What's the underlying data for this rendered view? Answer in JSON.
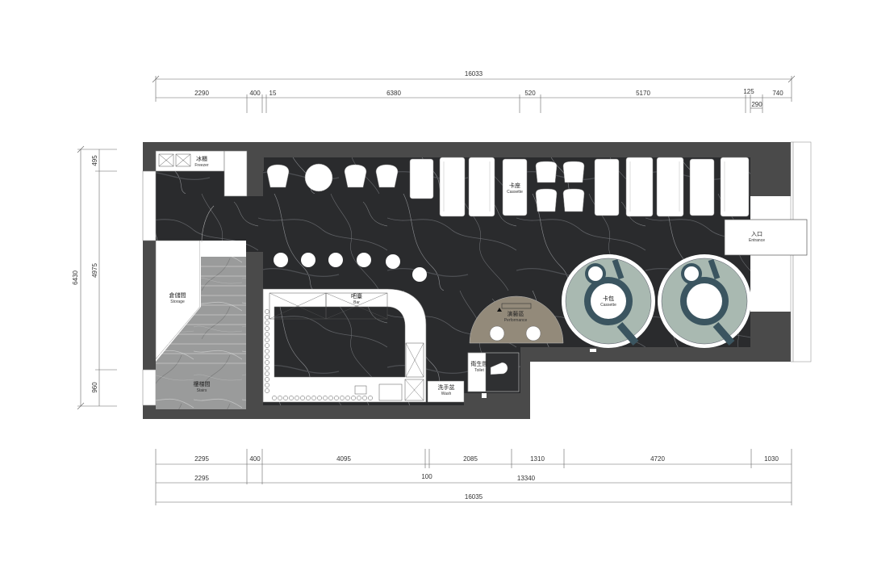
{
  "dimensions": {
    "top_total": "16033",
    "top_segments": [
      "2290",
      "400",
      "15",
      "6380",
      "520",
      "5170",
      "125",
      "740"
    ],
    "top_sub": "290",
    "left_total": "6430",
    "left_segments": [
      "495",
      "4975",
      "960"
    ],
    "bottom_row1": [
      "2295",
      "400",
      "4095",
      "2085",
      "1310",
      "4720",
      "1030"
    ],
    "bottom_row2": [
      "2295",
      "100",
      "13340"
    ],
    "bottom_total": "16035"
  },
  "rooms": {
    "freezer": {
      "cn": "冰櫃",
      "en": "Freezer"
    },
    "storage": {
      "cn": "倉儲間",
      "en": "Storage"
    },
    "stairs": {
      "cn": "樓梯間",
      "en": "Stairs"
    },
    "bar": {
      "cn": "吧臺",
      "en": "Bar"
    },
    "cassette_booth": {
      "cn": "卡座",
      "en": "Cassette"
    },
    "cassette_round": {
      "cn": "卡包",
      "en": "Cassette"
    },
    "performance": {
      "cn": "演藝區",
      "en": "Performance"
    },
    "toilet": {
      "cn": "衛生間",
      "en": "Toilet"
    },
    "wash": {
      "cn": "洗手盆",
      "en": "Wash"
    },
    "entrance": {
      "cn": "入口",
      "en": "Entrance"
    }
  },
  "colors": {
    "wall": "#4a4a4a",
    "floor": "#2b2c2e",
    "booth_ring": "#a9b9b1",
    "booth_core": "#3b5560",
    "stage": "#938a7a",
    "stairs": "#8f9090"
  }
}
